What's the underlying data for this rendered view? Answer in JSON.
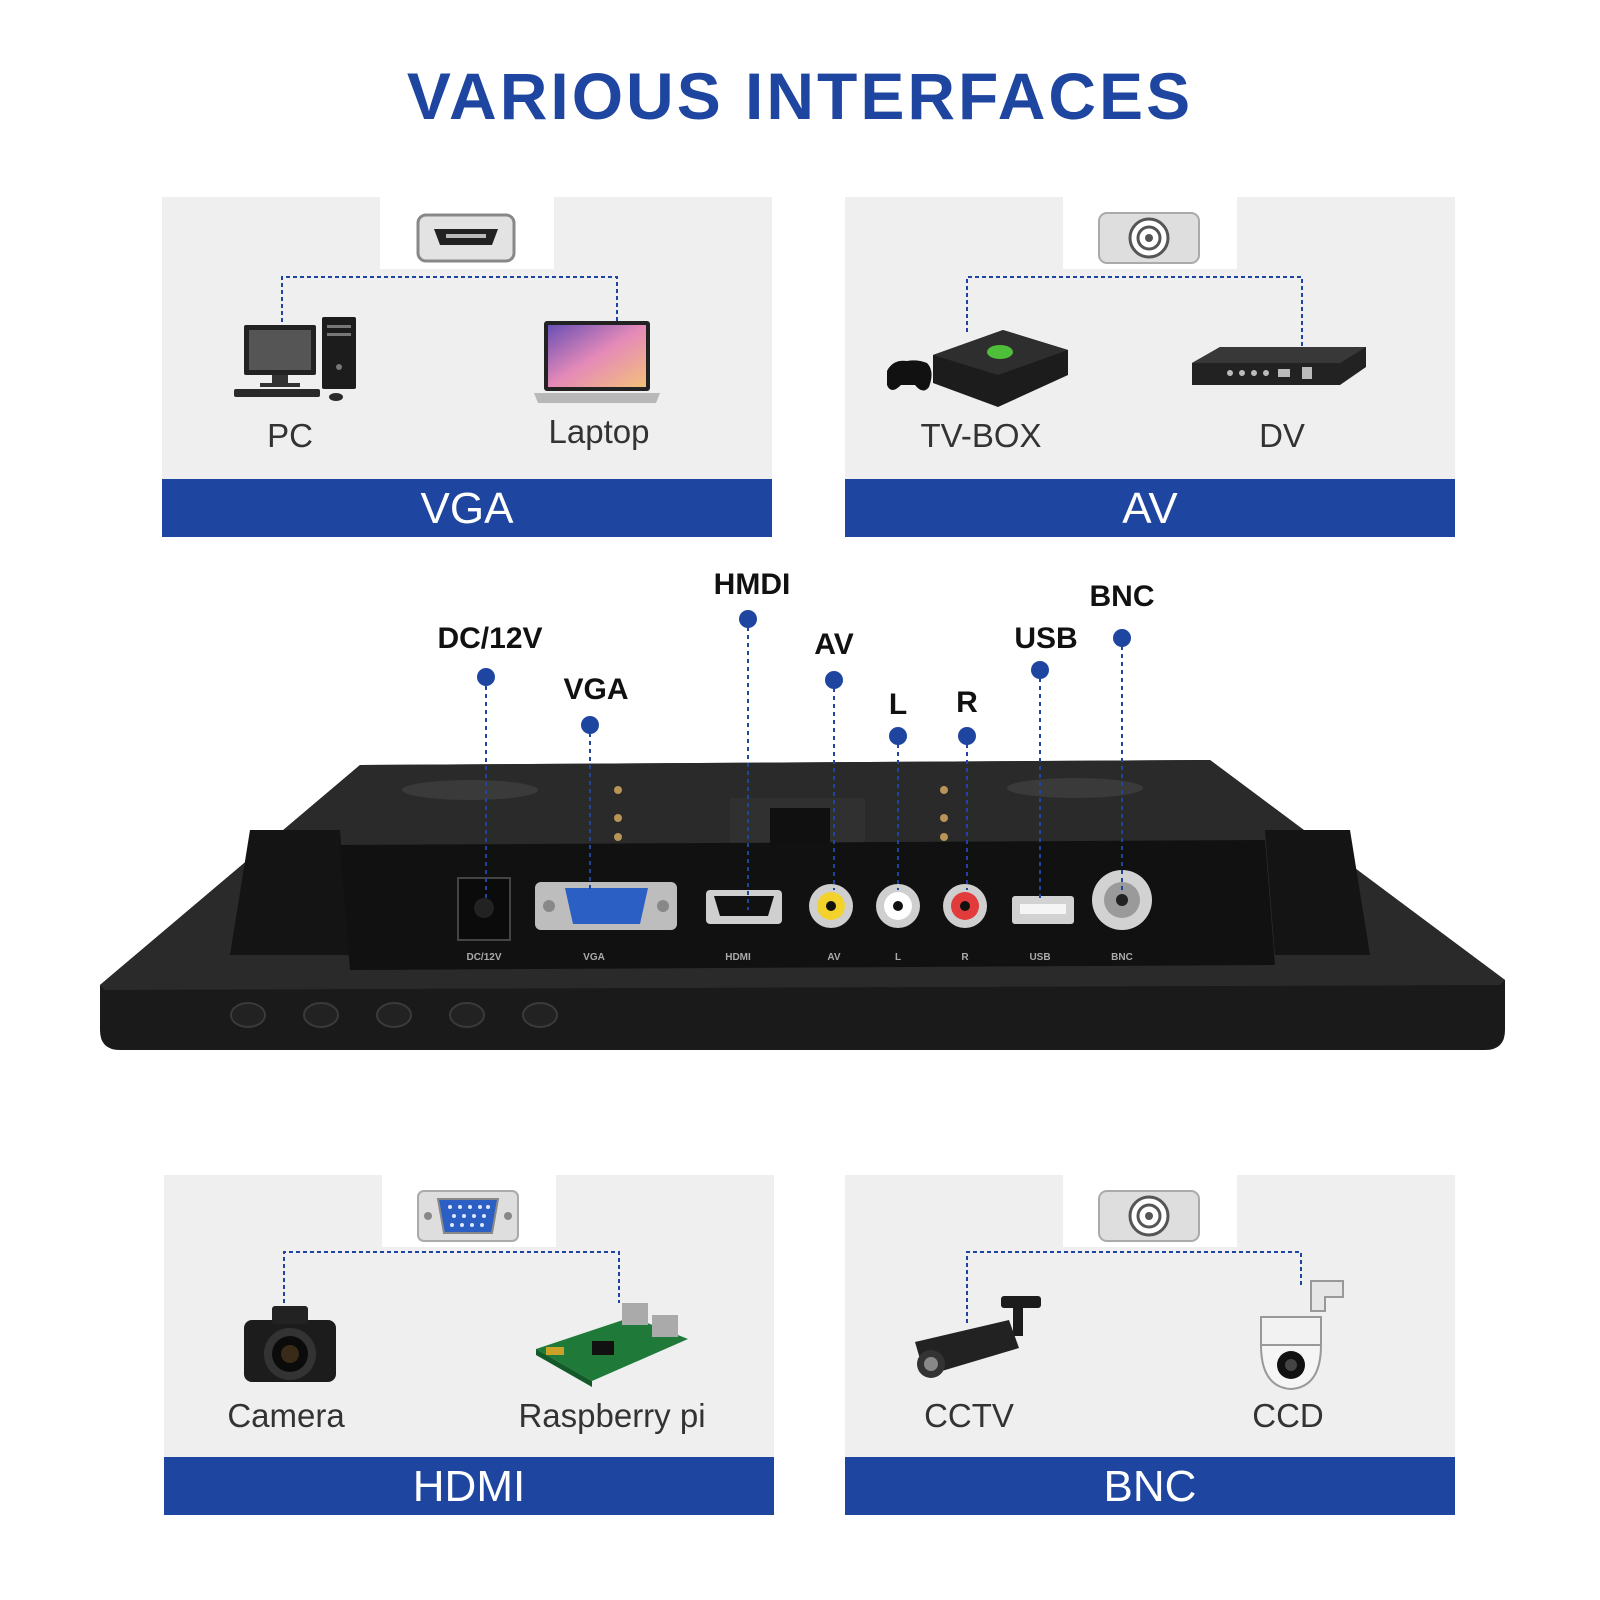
{
  "title": "VARIOUS INTERFACES",
  "colors": {
    "brand_blue": "#1e46a0",
    "panel_bg": "#efefef",
    "monitor_black": "#1a1a1a"
  },
  "panels": [
    {
      "id": "vga",
      "bar_label": "VGA",
      "port_icon": "hdmi-port-icon",
      "devices": [
        {
          "label": "PC",
          "icon": "desktop-pc-icon"
        },
        {
          "label": "Laptop",
          "icon": "laptop-icon"
        }
      ]
    },
    {
      "id": "av",
      "bar_label": "AV",
      "port_icon": "bnc-port-icon",
      "devices": [
        {
          "label": "TV-BOX",
          "icon": "game-console-icon"
        },
        {
          "label": "DV",
          "icon": "dvr-recorder-icon"
        }
      ]
    },
    {
      "id": "hdmi",
      "bar_label": "HDMI",
      "port_icon": "vga-port-icon",
      "devices": [
        {
          "label": "Camera",
          "icon": "camera-icon"
        },
        {
          "label": "Raspberry pi",
          "icon": "raspberry-pi-board-icon"
        }
      ]
    },
    {
      "id": "bnc",
      "bar_label": "BNC",
      "port_icon": "bnc-port-icon",
      "devices": [
        {
          "label": "CCTV",
          "icon": "cctv-camera-icon"
        },
        {
          "label": "CCD",
          "icon": "dome-camera-icon"
        }
      ]
    }
  ],
  "callouts": [
    {
      "label": "DC/12V"
    },
    {
      "label": "VGA"
    },
    {
      "label": "HMDI"
    },
    {
      "label": "AV"
    },
    {
      "label": "L"
    },
    {
      "label": "R"
    },
    {
      "label": "USB"
    },
    {
      "label": "BNC"
    }
  ],
  "port_printed_labels": [
    "DC/12V",
    "VGA",
    "HDMI",
    "AV",
    "L",
    "R",
    "USB",
    "BNC"
  ]
}
